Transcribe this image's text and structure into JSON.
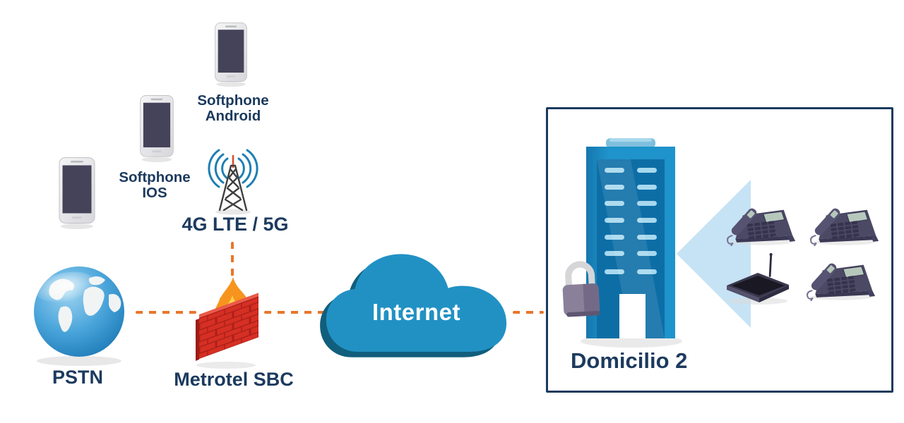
{
  "diagram": {
    "nodes": {
      "softphone_android": {
        "label": "Softphone Android",
        "lines": [
          "Softphone",
          "Android"
        ],
        "icon": "smartphone-icon"
      },
      "softphone_ios": {
        "label": "Softphone IOS",
        "lines": [
          "Softphone",
          "IOS"
        ],
        "icon": "smartphone-icon"
      },
      "mobile_network": {
        "label": "4G LTE / 5G",
        "icon": "cell-tower-icon"
      },
      "pstn": {
        "label": "PSTN",
        "icon": "globe-icon"
      },
      "sbc": {
        "label": "Metrotel SBC",
        "icon": "firewall-icon"
      },
      "internet": {
        "label": "Internet",
        "icon": "cloud-icon"
      },
      "site": {
        "label": "Domicilio 2",
        "icons": [
          "building-icon",
          "padlock-icon",
          "arrow-left-icon",
          "desk-phone-icon",
          "desk-phone-icon",
          "desk-phone-icon",
          "ata-router-icon"
        ]
      }
    },
    "connections": [
      {
        "from": "pstn",
        "to": "sbc",
        "style": "dashed-orange"
      },
      {
        "from": "mobile_network",
        "to": "sbc",
        "style": "dashed-orange"
      },
      {
        "from": "sbc",
        "to": "internet",
        "style": "dashed-orange"
      },
      {
        "from": "internet",
        "to": "site",
        "style": "dashed-orange"
      }
    ],
    "colors": {
      "label_navy": "#1c3a5e",
      "dash_orange": "#e8762c",
      "cloud_blue": "#2191c4",
      "cloud_shadow_blue": "#115e7d",
      "building_blue": "#1e93cb",
      "building_panel_blue": "#0d6ea6",
      "window_light_blue": "#a7d8ee",
      "arrow_light_blue": "#c6e3f5",
      "brick_red": "#d62f23",
      "flame_orange": "#f7941d",
      "flame_yellow": "#ffd24a",
      "globe_blue": "#49a4da",
      "phone_body_slate": "#4c4965",
      "phone_screen_sage": "#b6c8bc",
      "box_border_navy": "#1c3a5e"
    }
  }
}
